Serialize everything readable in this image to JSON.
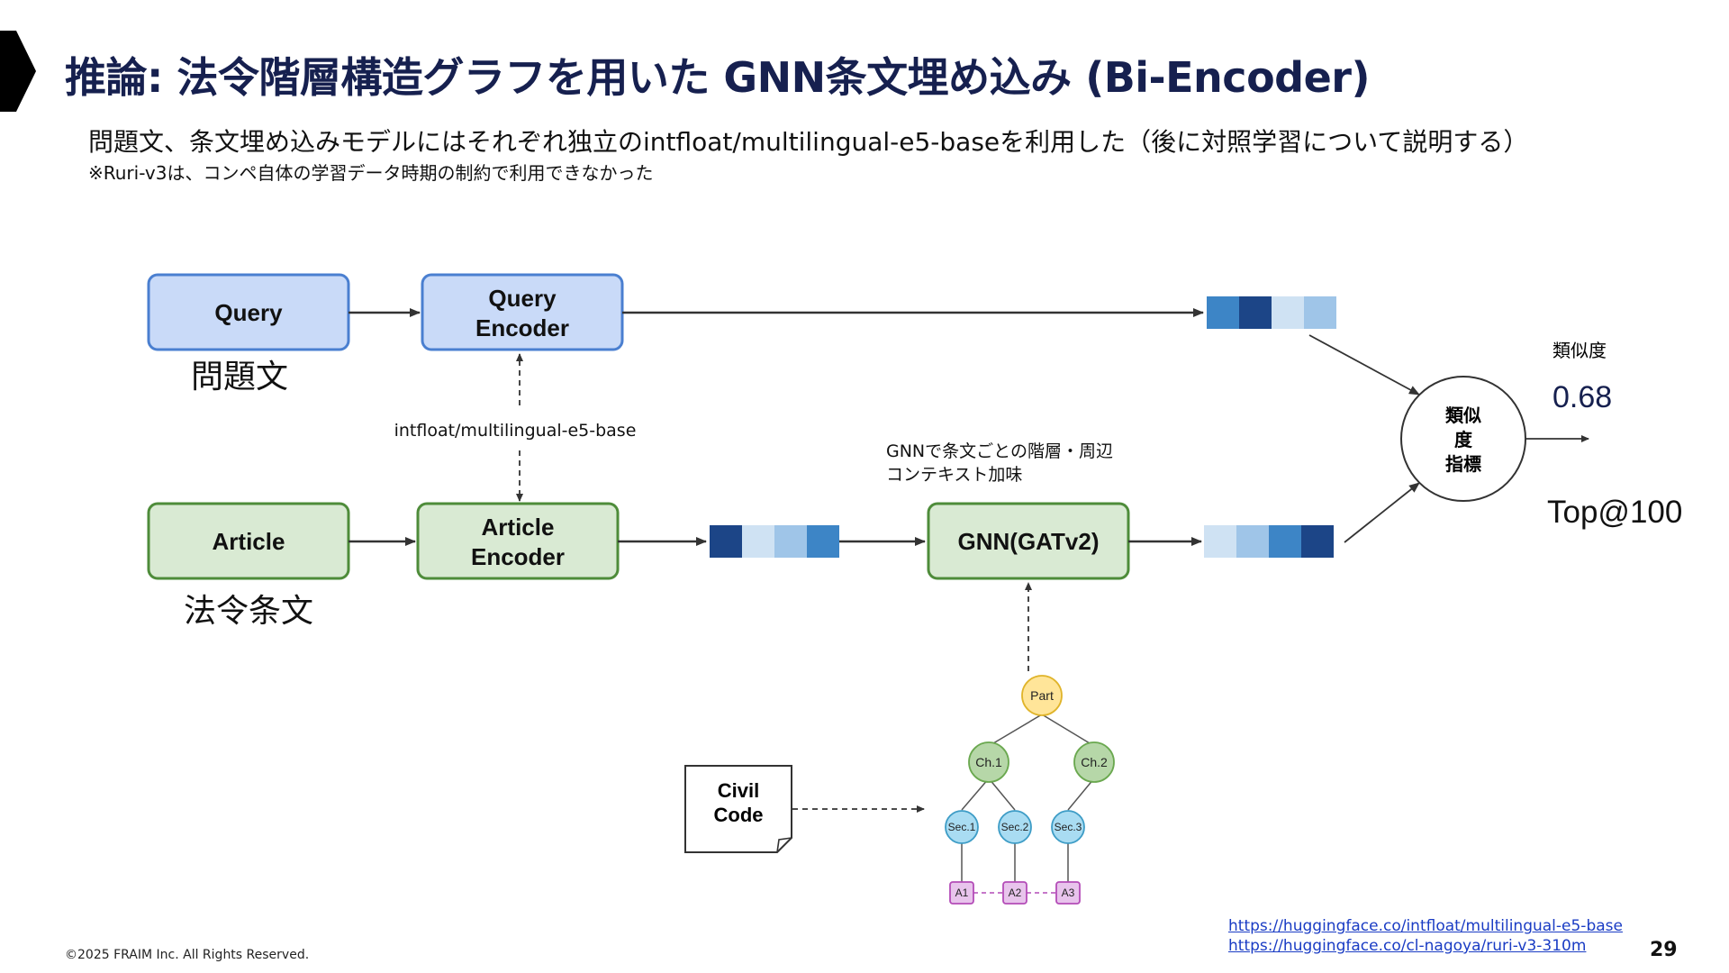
{
  "slide": {
    "title": "推論: 法令階層構造グラフを用いた GNN条文埋め込み (Bi-Encoder)",
    "subtitle": "問題文、条文埋め込みモデルにはそれぞれ独立のintfloat/multilingual-e5-baseを利用した（後に対照学習について説明する）",
    "note": "※Ruri-v3は、コンペ自体の学習データ時期の制約で利用できなかった",
    "footer_copyright": "©2025 FRAIM Inc. All Rights Reserved.",
    "links": [
      "https://huggingface.co/intfloat/multilingual-e5-base",
      "https://huggingface.co/cl-nagoya/ruri-v3-310m"
    ],
    "page_number": "29"
  },
  "diagram": {
    "query_box": "Query",
    "query_caption": "問題文",
    "query_encoder_line1": "Query",
    "query_encoder_line2": "Encoder",
    "model_label": "intfloat/multilingual-e5-base",
    "article_box": "Article",
    "article_caption": "法令条文",
    "article_encoder_line1": "Article",
    "article_encoder_line2": "Encoder",
    "gnn_note_line1": "GNNで条文ごとの階層・周辺",
    "gnn_note_line2": "コンテキスト加味",
    "gnn_box": "GNN(GATv2)",
    "similarity_line1": "類似",
    "similarity_line2": "度",
    "similarity_line3": "指標",
    "score_label": "類似度",
    "score_value": "0.68",
    "topk": "Top@100",
    "civil_code_line1": "Civil",
    "civil_code_line2": "Code",
    "tree": {
      "part": "Part",
      "ch1": "Ch.1",
      "ch2": "Ch.2",
      "sec1": "Sec.1",
      "sec2": "Sec.2",
      "sec3": "Sec.3",
      "a1": "A1",
      "a2": "A2",
      "a3": "A3"
    },
    "colors": {
      "blue_box_fill": "#c9daf8",
      "blue_box_stroke": "#4a7fd0",
      "green_box_fill": "#d9ead3",
      "green_box_stroke": "#4e8c3a",
      "vec_dark": "#1c4587",
      "vec_mid": "#3d85c6",
      "vec_light": "#9fc5e8",
      "vec_pale": "#cfe2f3",
      "part_node": "#ffe599",
      "chapter_node": "#b6d7a8",
      "section_node": "#a9dcf2",
      "article_node": "#e8c4ec"
    }
  }
}
